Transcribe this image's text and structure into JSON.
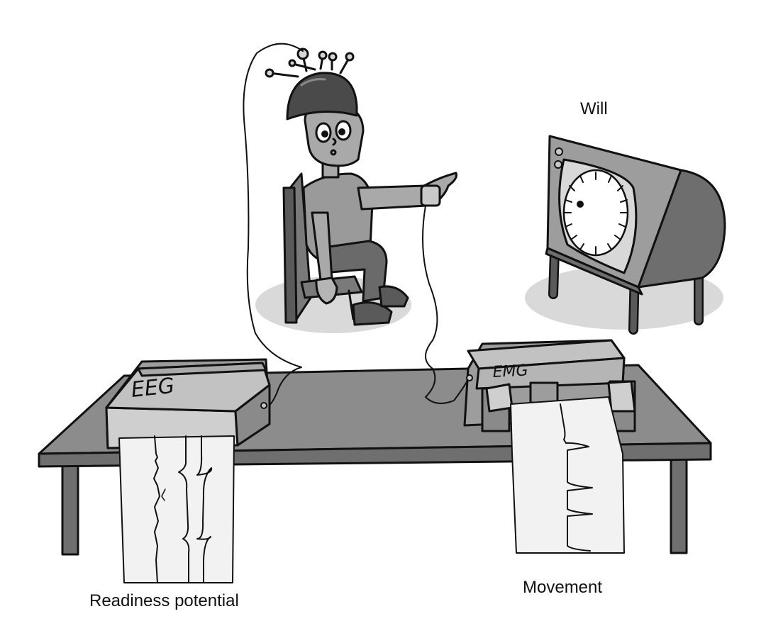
{
  "labels": {
    "will": "Will",
    "readiness_potential": "Readiness potential",
    "movement": "Movement"
  },
  "devices": {
    "eeg": "EEG",
    "emg": "EMG"
  },
  "colors": {
    "outline": "#111111",
    "table_top": "#8c8c8c",
    "table_edge": "#6f6f6f",
    "device_light": "#cfcfcf",
    "device_mid": "#9d9d9d",
    "device_dark": "#6e6e6e",
    "paper": "#f2f2f2",
    "shadow": "#d9d9d9",
    "skin": "#a9a9a9",
    "helmet": "#4a4a4a"
  }
}
